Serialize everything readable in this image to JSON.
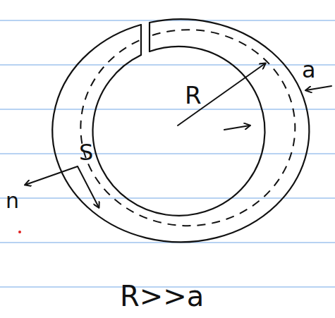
{
  "diagram": {
    "labels": [
      "R",
      "a",
      "S",
      "n",
      "R>>a"
    ]
  }
}
